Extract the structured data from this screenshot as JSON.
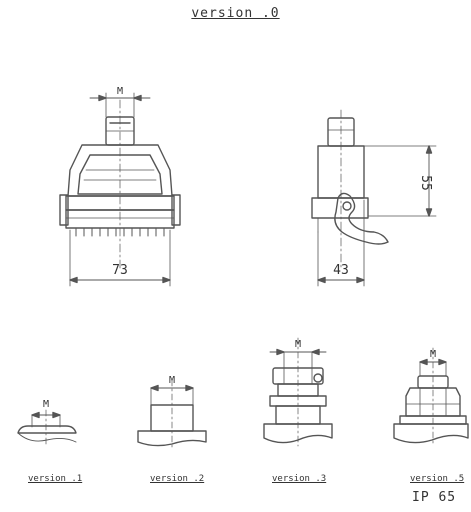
{
  "title": "version .0",
  "dimensions": {
    "m_label": "M",
    "width_main": "73",
    "width_side": "43",
    "height_side": "55"
  },
  "versions": {
    "v1": "version .1",
    "v2": "version .2",
    "v3": "version .3",
    "v5": "version .5"
  },
  "protection": "IP 65"
}
